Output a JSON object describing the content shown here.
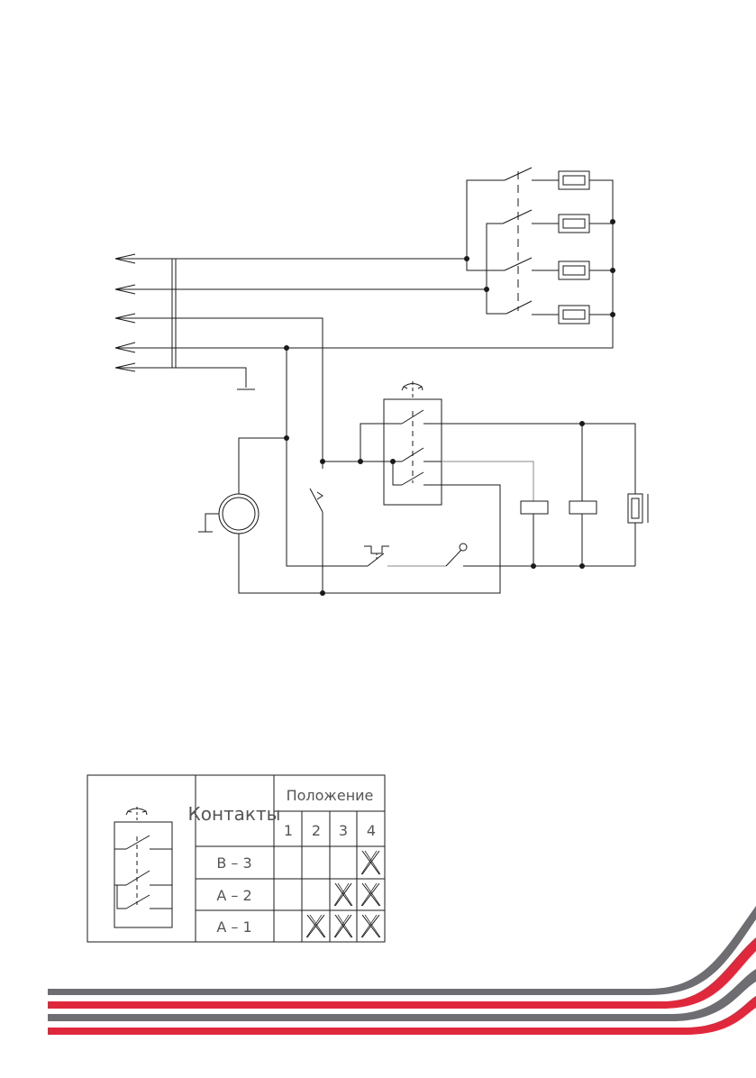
{
  "table": {
    "contacts_header": "Контакты",
    "position_header": "Положение",
    "positions": [
      "1",
      "2",
      "3",
      "4"
    ],
    "rows": [
      {
        "label": "B – 3",
        "marks": [
          false,
          false,
          false,
          true
        ]
      },
      {
        "label": "A – 2",
        "marks": [
          false,
          false,
          true,
          true
        ]
      },
      {
        "label": "A – 1",
        "marks": [
          false,
          true,
          true,
          true
        ]
      }
    ],
    "mark_symbol": "X"
  },
  "colors": {
    "line": "#1a1a1a",
    "stripe_gray": "#6d6d72",
    "stripe_red": "#e0283c"
  }
}
